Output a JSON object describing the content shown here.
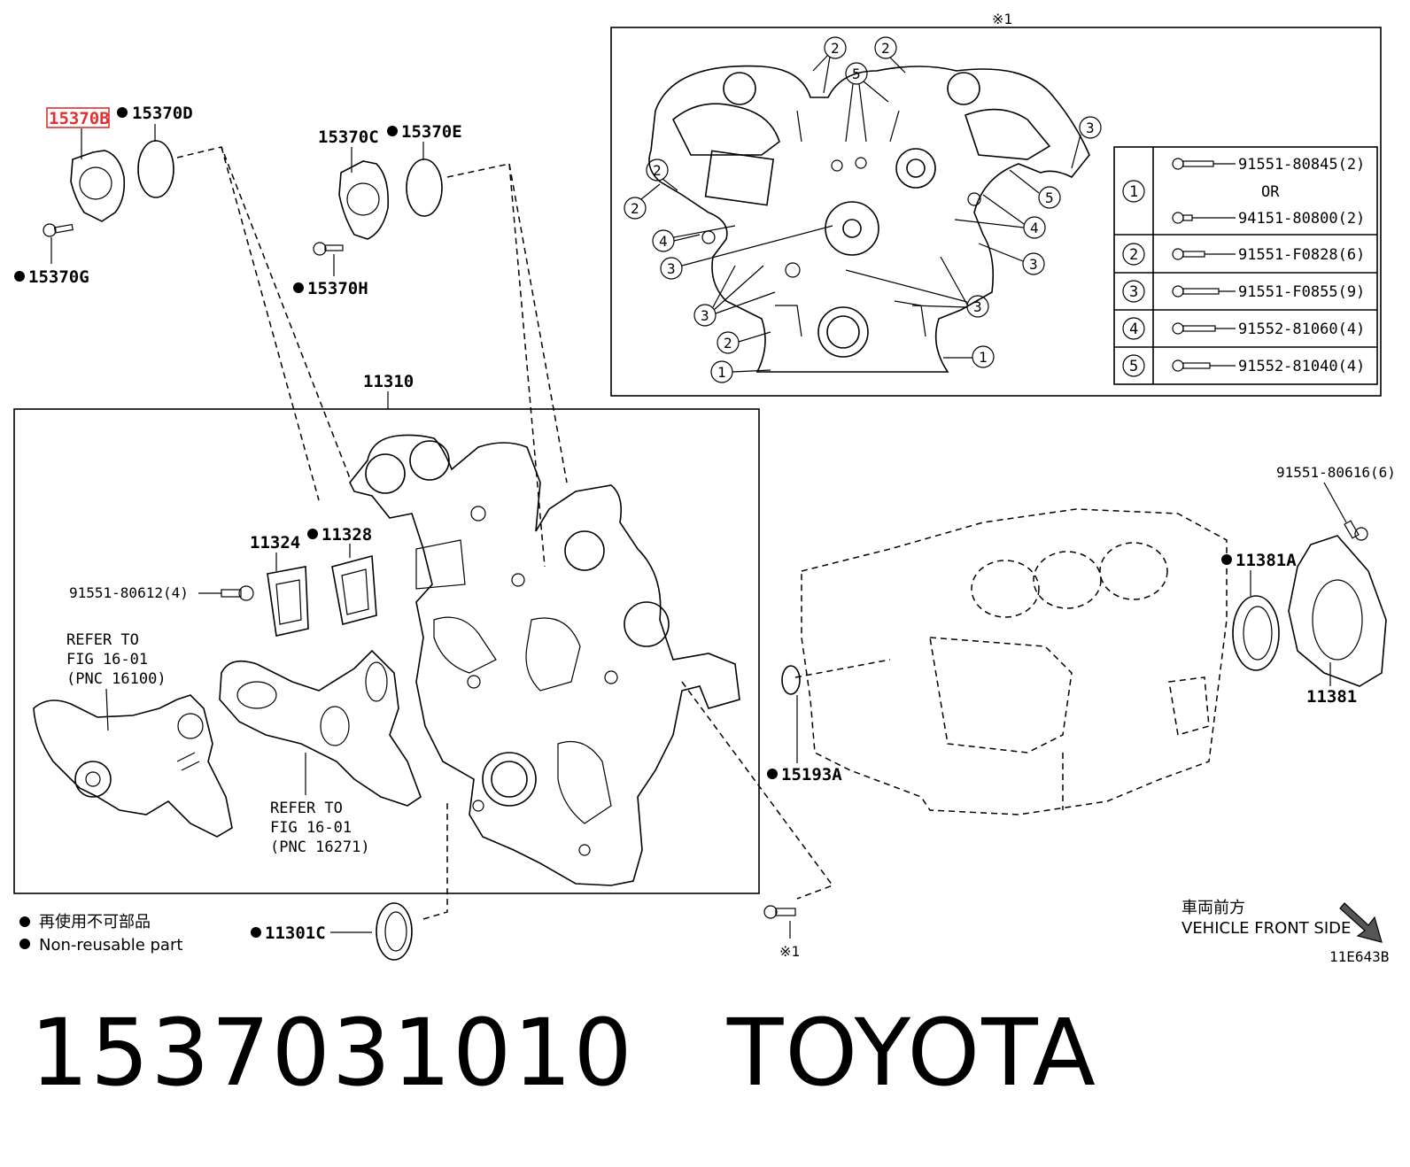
{
  "diagram": {
    "labels": {
      "p15370B": "15370B",
      "p15370D": "15370D",
      "p15370C": "15370C",
      "p15370E": "15370E",
      "p15370G": "15370G",
      "p15370H": "15370H",
      "p11310": "11310",
      "p11324": "11324",
      "p11328": "11328",
      "bolt_80612": "91551-80612(4)",
      "refer1_line1": "REFER TO",
      "refer1_line2": "FIG 16-01",
      "refer1_line3": "(PNC 16100)",
      "refer2_line1": "REFER TO",
      "refer2_line2": "FIG 16-01",
      "refer2_line3": "(PNC 16271)",
      "p11301C": "11301C",
      "p15193A": "15193A",
      "p11381A": "11381A",
      "p11381": "11381",
      "bolt_80616": "91551-80616(6)",
      "ref_mark_top": "※1",
      "ref_mark_bottom": "※1",
      "diagram_code": "11E643B"
    },
    "legend": {
      "line1": "再使用不可部品",
      "line2": "Non-reusable part"
    },
    "direction": {
      "line1": "車両前方",
      "line2": "VEHICLE FRONT SIDE"
    },
    "inset": {
      "callouts": [
        "1",
        "2",
        "3",
        "4",
        "5"
      ],
      "bolt_table": [
        {
          "no": "1",
          "parts": [
            "91551-80845(2)",
            "OR",
            "94151-80800(2)"
          ]
        },
        {
          "no": "2",
          "parts": [
            "91551-F0828(6)"
          ]
        },
        {
          "no": "3",
          "parts": [
            "91551-F0855(9)"
          ]
        },
        {
          "no": "4",
          "parts": [
            "91552-81060(4)"
          ]
        },
        {
          "no": "5",
          "parts": [
            "91552-81040(4)"
          ]
        }
      ]
    }
  },
  "caption": {
    "part_number": "1537031010",
    "brand": "TOYOTA"
  },
  "colors": {
    "line": "#000000",
    "highlight": "#e03030",
    "background": "#ffffff"
  }
}
